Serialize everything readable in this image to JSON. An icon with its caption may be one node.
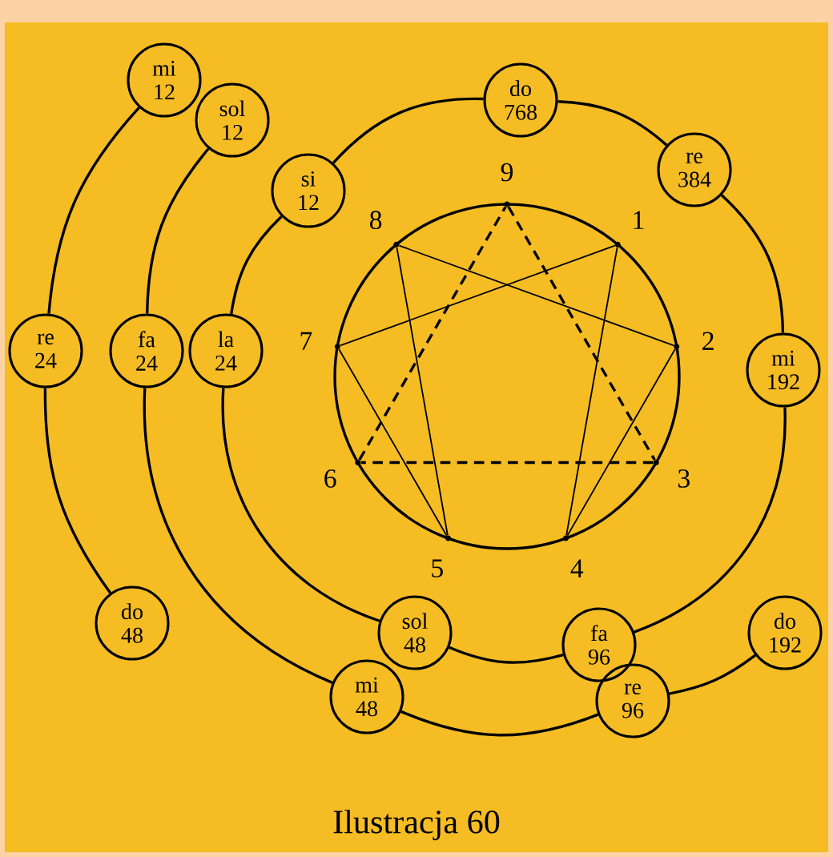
{
  "diagram": {
    "caption": "Ilustracja 60",
    "nodes": [
      {
        "text": [
          "mi",
          "12"
        ]
      },
      {
        "text": [
          "do",
          "768"
        ]
      },
      {
        "text": [
          "sol",
          "12"
        ]
      },
      {
        "text": [
          "re",
          "384"
        ]
      },
      {
        "text": [
          "si",
          "12"
        ]
      },
      {
        "text": [
          "re",
          "24"
        ]
      },
      {
        "text": [
          "fa",
          "24"
        ]
      },
      {
        "text": [
          "la",
          "24"
        ]
      },
      {
        "text": [
          "mi",
          "192"
        ]
      },
      {
        "text": [
          "do",
          "48"
        ]
      },
      {
        "text": [
          "do",
          "192"
        ]
      },
      {
        "text": [
          "sol",
          "48"
        ]
      },
      {
        "text": [
          "fa",
          "96"
        ]
      },
      {
        "text": [
          "mi",
          "48"
        ]
      },
      {
        "text": [
          "re",
          "96"
        ]
      },
      {
        "text": [],
        "shape": "dot",
        "beside": [
          "1"
        ]
      },
      {
        "text": [],
        "shape": "dot",
        "beside": [
          "2"
        ]
      },
      {
        "text": [],
        "shape": "dot",
        "beside": [
          "3"
        ]
      },
      {
        "text": [],
        "shape": "dot",
        "beside": [
          "4"
        ]
      },
      {
        "text": [],
        "shape": "dot",
        "beside": [
          "5"
        ]
      },
      {
        "text": [],
        "shape": "dot",
        "beside": [
          "6"
        ]
      },
      {
        "text": [],
        "shape": "dot",
        "beside": [
          "7"
        ]
      },
      {
        "text": [],
        "shape": "dot",
        "beside": [
          "8"
        ]
      },
      {
        "text": [],
        "shape": "dot",
        "beside": [
          "9"
        ]
      }
    ],
    "edges": [
      {
        "from": 1,
        "to": 3,
        "arrow": "none"
      },
      {
        "from": 3,
        "to": 8,
        "arrow": "none"
      },
      {
        "from": 8,
        "to": 12,
        "arrow": "none"
      },
      {
        "from": 12,
        "to": 11,
        "arrow": "none"
      },
      {
        "from": 11,
        "to": 7,
        "arrow": "none"
      },
      {
        "from": 7,
        "to": 4,
        "arrow": "none"
      },
      {
        "from": 4,
        "to": 1,
        "arrow": "none"
      },
      {
        "from": 10,
        "to": 14,
        "arrow": "none"
      },
      {
        "from": 14,
        "to": 13,
        "arrow": "none"
      },
      {
        "from": 13,
        "to": 6,
        "arrow": "none"
      },
      {
        "from": 6,
        "to": 2,
        "arrow": "none"
      },
      {
        "from": 9,
        "to": 5,
        "arrow": "none"
      },
      {
        "from": 5,
        "to": 0,
        "arrow": "none"
      },
      {
        "from": 15,
        "to": 18,
        "arrow": "none"
      },
      {
        "from": 18,
        "to": 16,
        "arrow": "none"
      },
      {
        "from": 16,
        "to": 22,
        "arrow": "none"
      },
      {
        "from": 22,
        "to": 19,
        "arrow": "none"
      },
      {
        "from": 19,
        "to": 21,
        "arrow": "none"
      },
      {
        "from": 21,
        "to": 15,
        "arrow": "none"
      },
      {
        "from": 23,
        "to": 17,
        "arrow": "none",
        "style": "dashed"
      },
      {
        "from": 17,
        "to": 20,
        "arrow": "none",
        "style": "dashed"
      },
      {
        "from": 20,
        "to": 23,
        "arrow": "none",
        "style": "dashed"
      }
    ]
  }
}
